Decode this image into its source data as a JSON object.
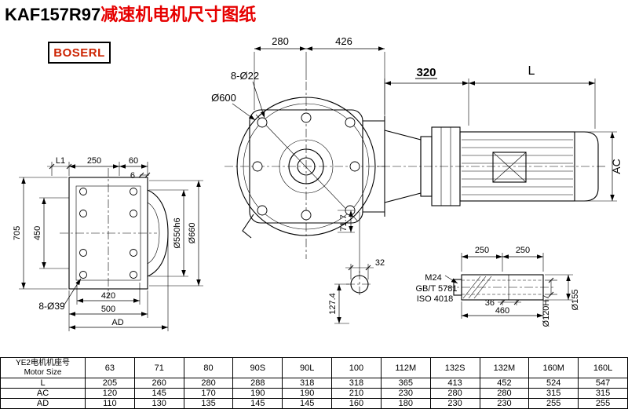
{
  "title": {
    "model": "KAF157R97",
    "desc": "减速机电机尺寸图纸"
  },
  "logo": "BOSERL",
  "dims": {
    "flange_view": {
      "l1": "L1",
      "top_250": "250",
      "top_60": "60",
      "top_6": "6",
      "height_705": "705",
      "height_450": "450",
      "holes": "8-Ø39",
      "bottom_420": "420",
      "bottom_500": "500",
      "bottom_ad": "AD",
      "spigot": "Ø550h6",
      "flange_od": "Ø660"
    },
    "front_view": {
      "top_280": "280",
      "top_426": "426",
      "holes": "8-Ø22",
      "housing_od": "Ø600",
      "offset_71_7": "71.7"
    },
    "motor_view": {
      "len_320": "320",
      "len_l": "L",
      "ac": "AC"
    },
    "section_view": {
      "width_32": "32",
      "offset_127_4": "127.4"
    },
    "shaft_view": {
      "left_250": "250",
      "right_250": "250",
      "thread": "M24",
      "std_gb": "GB/T 5781",
      "std_iso": "ISO 4018",
      "len_36": "36",
      "len_460": "460",
      "bore": "Ø120H7",
      "od": "Ø155"
    }
  },
  "table": {
    "header_cn": "YE2电机机座号",
    "header_en": "Motor Size",
    "sizes": [
      "63",
      "71",
      "80",
      "90S",
      "90L",
      "100",
      "112M",
      "132S",
      "132M",
      "160M",
      "160L"
    ],
    "rows": [
      {
        "label": "L",
        "values": [
          "205",
          "260",
          "280",
          "288",
          "318",
          "318",
          "365",
          "413",
          "452",
          "524",
          "547"
        ]
      },
      {
        "label": "AC",
        "values": [
          "120",
          "145",
          "170",
          "190",
          "190",
          "210",
          "230",
          "280",
          "280",
          "315",
          "315"
        ]
      },
      {
        "label": "AD",
        "values": [
          "110",
          "130",
          "135",
          "145",
          "145",
          "160",
          "180",
          "230",
          "230",
          "255",
          "255"
        ]
      }
    ]
  }
}
